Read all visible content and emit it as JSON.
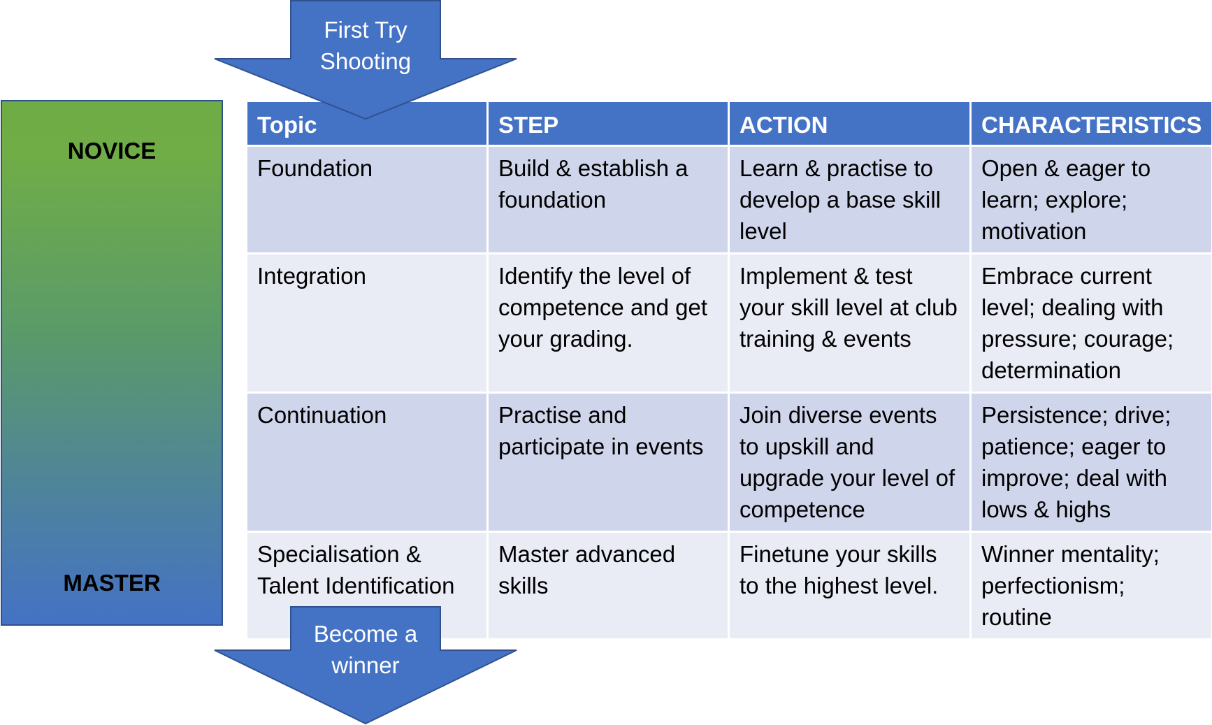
{
  "levels": {
    "top": "NOVICE",
    "bottom": "MASTER"
  },
  "arrows": {
    "start": "First Try Shooting",
    "end": "Become a winner"
  },
  "table": {
    "headers": [
      "Topic",
      "STEP",
      "ACTION",
      "CHARACTERISTICS"
    ],
    "rows": [
      [
        "Foundation",
        "Build & establish a foundation",
        "Learn & practise to develop a base skill level",
        "Open & eager to learn; explore; motivation"
      ],
      [
        "Integration",
        "Identify the level of competence and get your grading.",
        "Implement & test your skill level at club training & events",
        "Embrace current level; dealing with pressure; courage; determination"
      ],
      [
        "Continuation",
        "Practise and participate in events",
        "Join diverse events to upskill and upgrade your level of competence",
        "Persistence; drive; patience; eager to improve; deal with lows & highs"
      ],
      [
        "Specialisation & Talent Identification",
        "Master advanced skills",
        "Finetune your skills to the highest level.",
        "Winner mentality; perfectionism; routine"
      ]
    ]
  },
  "colors": {
    "header": "#4472c4",
    "row_dark": "#cfd5ea",
    "row_light": "#e9ebf5",
    "arrow": "#4472c4",
    "gradient_top": "#70ad47",
    "gradient_bottom": "#4472c4"
  }
}
